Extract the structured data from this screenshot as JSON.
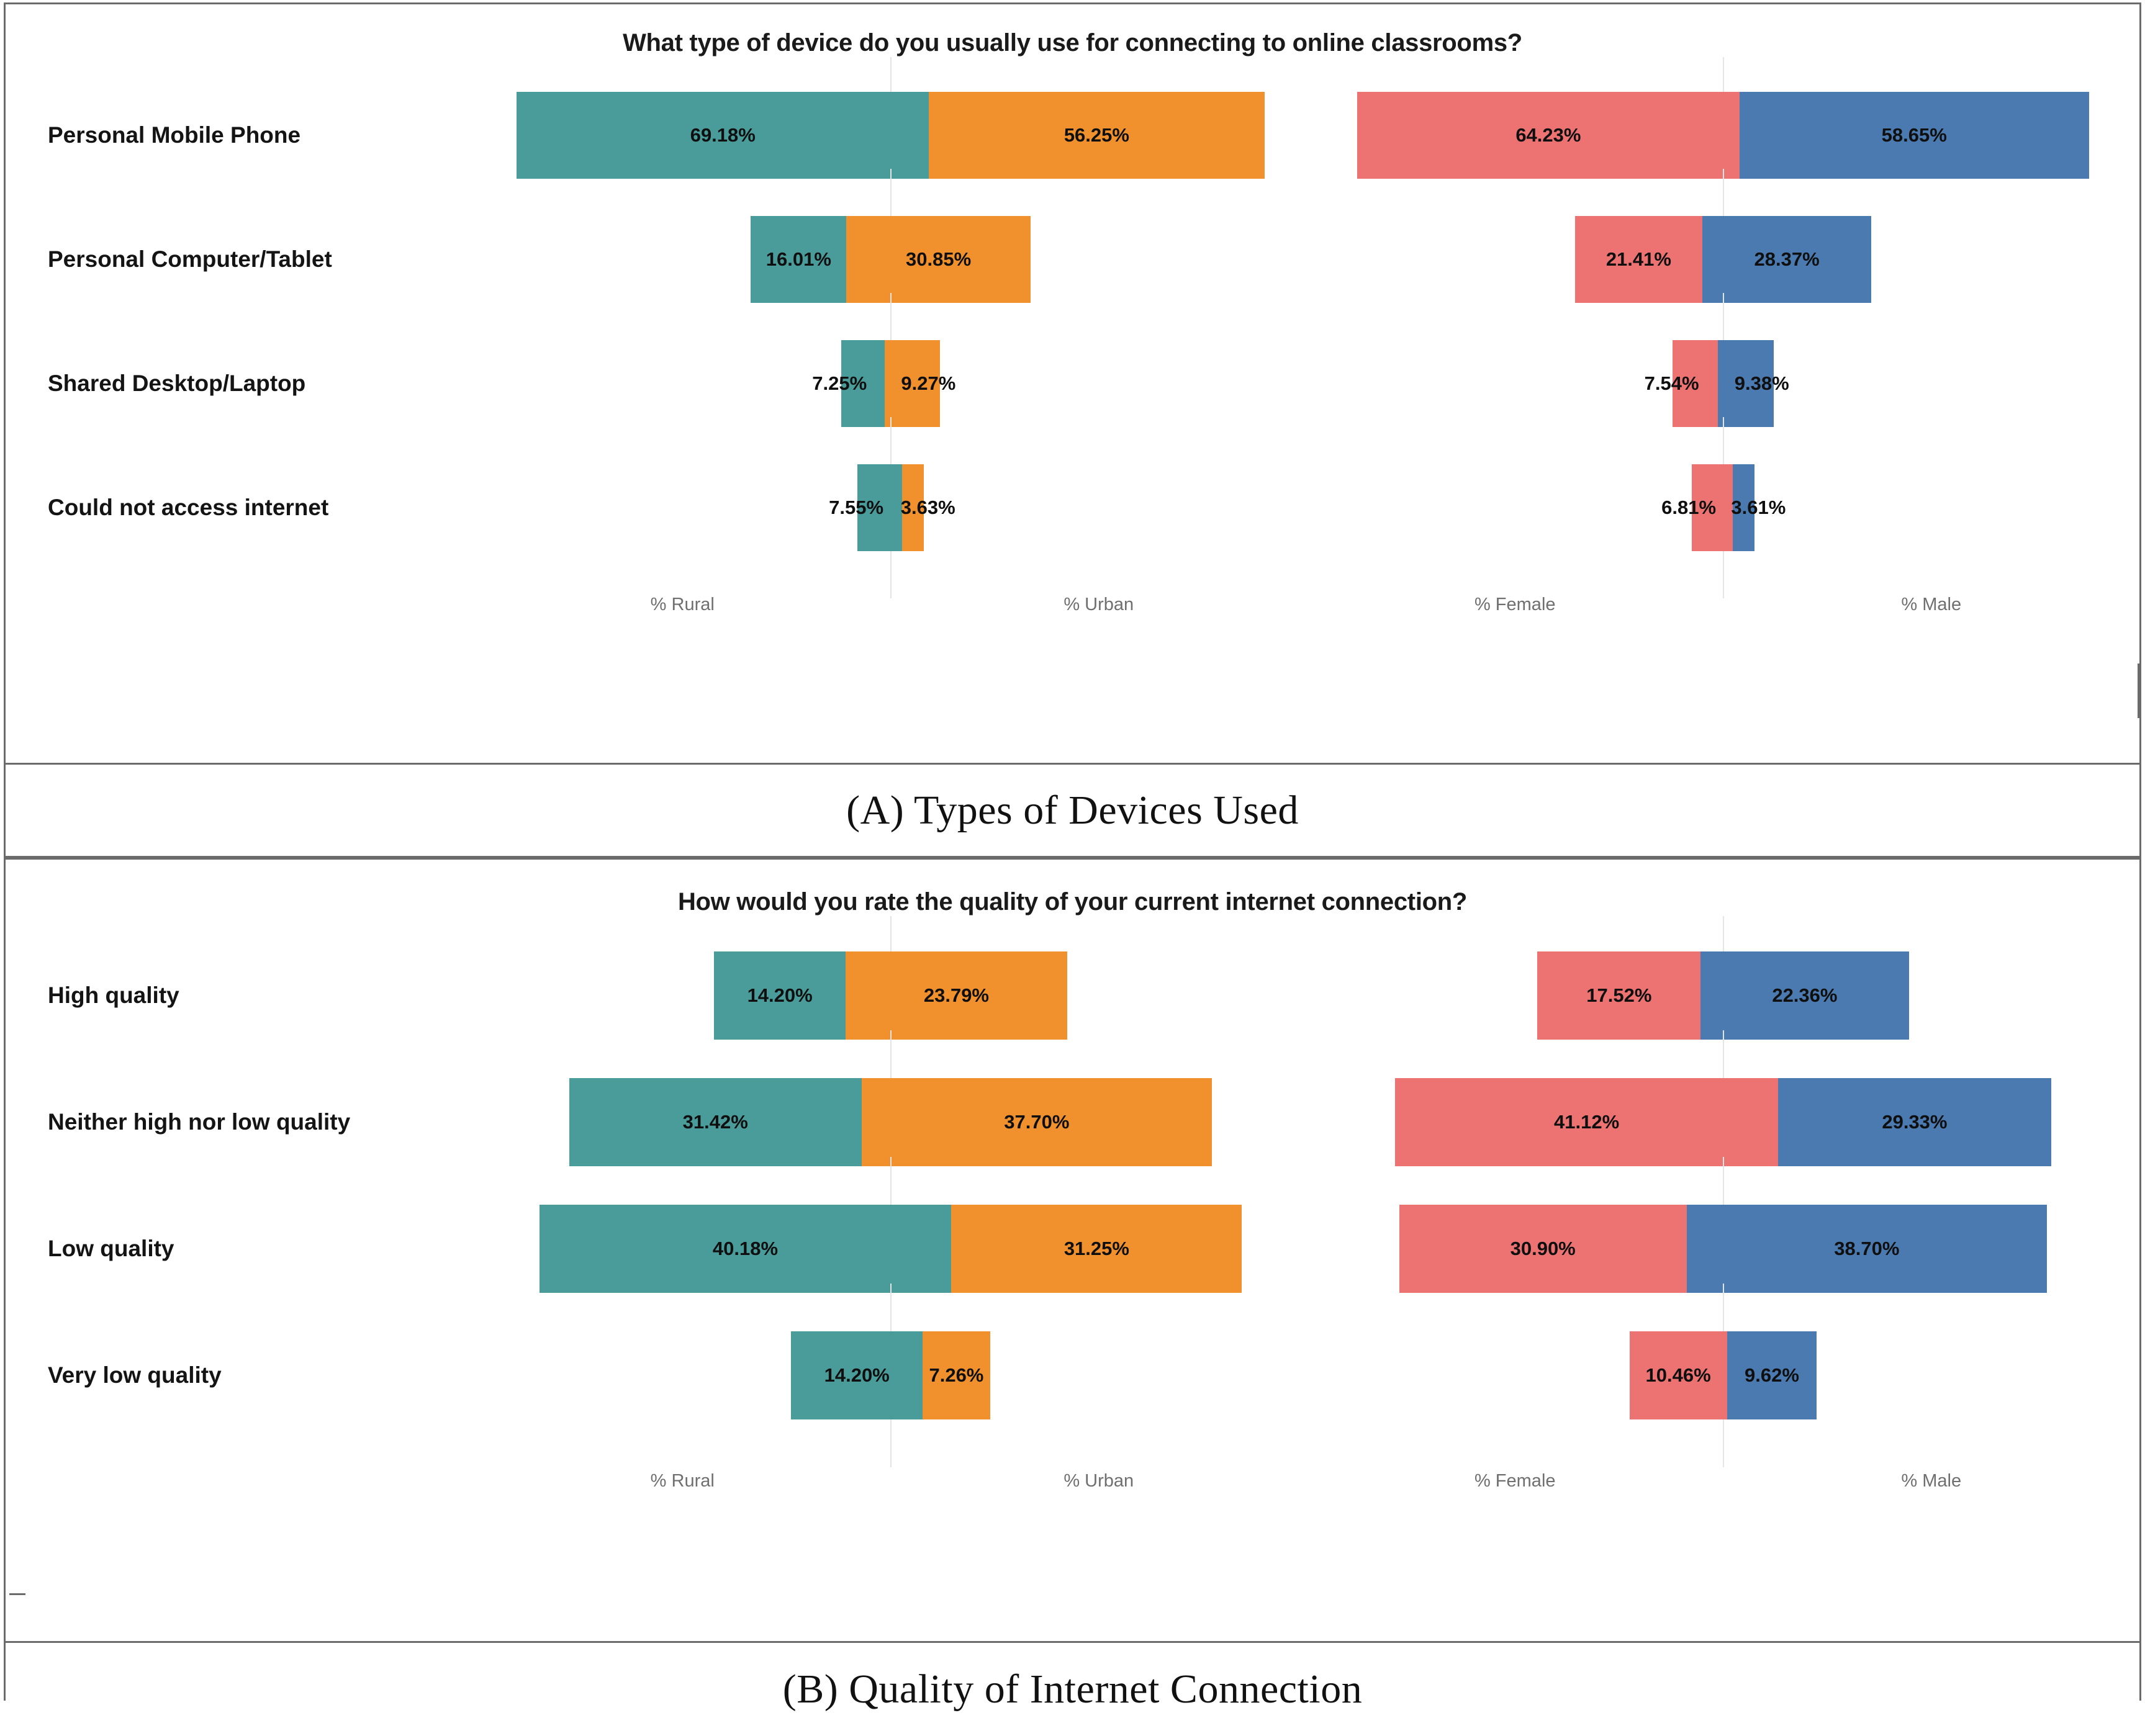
{
  "figure": {
    "panels": [
      {
        "id": "A",
        "caption": "(A) Types of Devices Used",
        "title": "What type of device do you usually use for connecting to online classrooms?"
      },
      {
        "id": "B",
        "caption": "(B) Quality of Internet Connection",
        "title": "How would you rate the quality of your current internet connection?"
      }
    ],
    "axis_labels": {
      "rural": "% Rural",
      "urban": "% Urban",
      "female": "% Female",
      "male": "% Male"
    },
    "colors": {
      "rural": "#4a9c9a",
      "urban": "#f0912d",
      "female": "#ed7373",
      "male": "#4a7ab0"
    }
  },
  "chart_data": [
    {
      "type": "bar",
      "subtype": "diverging-bidirectional-pair",
      "title": "What type of device do you usually use for connecting to online classrooms?",
      "panel": "(A) Types of Devices Used",
      "xlabel": "",
      "ylabel": "",
      "grid": false,
      "legend_position": "below-axis",
      "categories": [
        "Personal Mobile Phone",
        "Personal Computer/Tablet",
        "Shared Desktop/Laptop",
        "Could not access internet"
      ],
      "series": [
        {
          "name": "% Rural",
          "color": "#4a9c9a",
          "side": "left",
          "group": "location",
          "values": [
            69.18,
            16.01,
            7.25,
            7.55
          ],
          "labels": [
            "69.18%",
            "16.01%",
            "7.25%",
            "7.55%"
          ]
        },
        {
          "name": "% Urban",
          "color": "#f0912d",
          "side": "right",
          "group": "location",
          "values": [
            56.25,
            30.85,
            9.27,
            3.63
          ],
          "labels": [
            "56.25%",
            "30.85%",
            "9.27%",
            "3.63%"
          ]
        },
        {
          "name": "% Female",
          "color": "#ed7373",
          "side": "left",
          "group": "gender",
          "values": [
            64.23,
            21.41,
            7.54,
            6.81
          ],
          "labels": [
            "64.23%",
            "21.41%",
            "7.54%",
            "6.81%"
          ]
        },
        {
          "name": "% Male",
          "color": "#4a7ab0",
          "side": "right",
          "group": "gender",
          "values": [
            58.65,
            28.37,
            9.38,
            3.61
          ],
          "labels": [
            "58.65%",
            "28.37%",
            "9.38%",
            "3.61%"
          ]
        }
      ],
      "xlim": [
        0,
        70
      ]
    },
    {
      "type": "bar",
      "subtype": "diverging-bidirectional-pair",
      "title": "How would you rate the quality of your current internet connection?",
      "panel": "(B) Quality of Internet Connection",
      "xlabel": "",
      "ylabel": "",
      "grid": false,
      "legend_position": "below-axis",
      "categories": [
        "High quality",
        "Neither high nor low quality",
        "Low quality",
        "Very low quality"
      ],
      "series": [
        {
          "name": "% Rural",
          "color": "#4a9c9a",
          "side": "left",
          "group": "location",
          "values": [
            14.2,
            31.42,
            40.18,
            14.2
          ],
          "labels": [
            "14.20%",
            "31.42%",
            "40.18%",
            "14.20%"
          ]
        },
        {
          "name": "% Urban",
          "color": "#f0912d",
          "side": "right",
          "group": "location",
          "values": [
            23.79,
            37.7,
            31.25,
            7.26
          ],
          "labels": [
            "23.79%",
            "37.70%",
            "31.25%",
            "7.26%"
          ]
        },
        {
          "name": "% Female",
          "color": "#ed7373",
          "side": "left",
          "group": "gender",
          "values": [
            17.52,
            41.12,
            30.9,
            10.46
          ],
          "labels": [
            "17.52%",
            "41.12%",
            "30.90%",
            "10.46%"
          ]
        },
        {
          "name": "% Male",
          "color": "#4a7ab0",
          "side": "right",
          "group": "gender",
          "values": [
            22.36,
            29.33,
            38.7,
            9.62
          ],
          "labels": [
            "22.36%",
            "29.33%",
            "38.70%",
            "9.62%"
          ]
        }
      ],
      "xlim": [
        0,
        45
      ]
    }
  ]
}
